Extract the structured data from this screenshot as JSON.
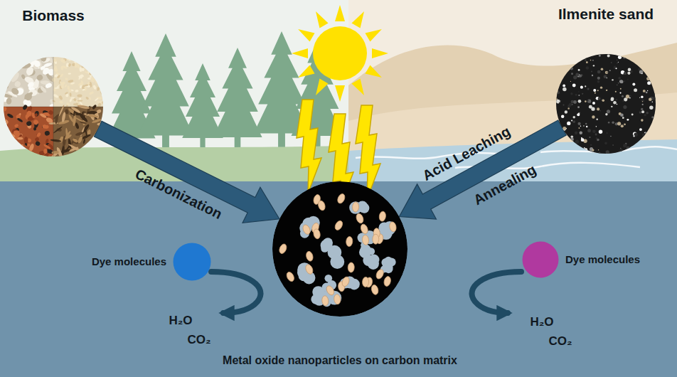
{
  "diagram": {
    "nodes": [
      {
        "text": [
          "Biomass"
        ]
      },
      {
        "text": [
          "Ilmenite sand"
        ]
      },
      {
        "text": [
          "Dye molecules"
        ]
      },
      {
        "text": [
          "Metal oxide nanoparticles on carbon matrix"
        ]
      },
      {
        "text": [
          "Dye molecules"
        ]
      }
    ],
    "edges": [
      {
        "from": 0,
        "to": 3,
        "arrow": "to",
        "label": "Carbonization"
      },
      {
        "from": 1,
        "to": 3,
        "arrow": "to",
        "label": "Acid Leaching"
      }
    ],
    "labels": [
      "Annealing",
      "H₂O",
      "CO₂",
      "H₂O",
      "CO₂"
    ]
  }
}
